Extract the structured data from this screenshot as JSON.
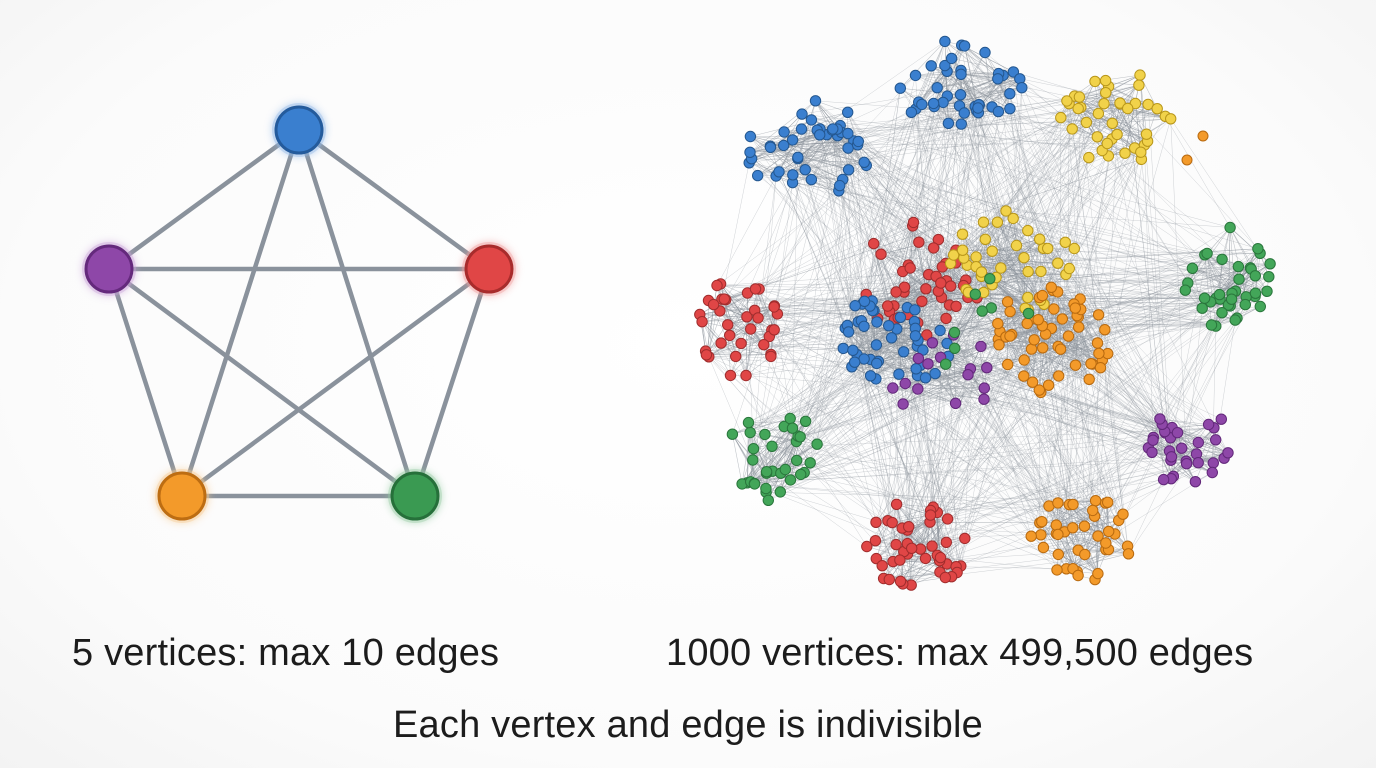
{
  "small_graph": {
    "caption": "5 vertices: max 10 edges",
    "vertex_count": 5,
    "edge_count": 10,
    "vertices": [
      {
        "id": "top",
        "color": "#3a7fcf",
        "stroke": "#245b9c",
        "glow": "#8fb7e8"
      },
      {
        "id": "right",
        "color": "#e04646",
        "stroke": "#a82c2c",
        "glow": "#f19a9a"
      },
      {
        "id": "bottom-right",
        "color": "#3a9a52",
        "stroke": "#26703a",
        "glow": "#93c9a0"
      },
      {
        "id": "bottom-left",
        "color": "#f39a2a",
        "stroke": "#bd6d12",
        "glow": "#f7c98e"
      },
      {
        "id": "left",
        "color": "#8e47a8",
        "stroke": "#64297c",
        "glow": "#c9a1d9"
      }
    ],
    "edge_color": "#8a929c"
  },
  "large_graph": {
    "caption": "1000 vertices: max 499,500 edges",
    "vertex_count": 1000,
    "edge_color": "#8c939b",
    "clusters": [
      {
        "name": "blue-cluster-top",
        "color": "#3a7fcf",
        "stroke": "#24578f"
      },
      {
        "name": "yellow-cluster-top-right",
        "color": "#f1d24a",
        "stroke": "#b8961a"
      },
      {
        "name": "blue-cluster-upper-left",
        "color": "#3a7fcf",
        "stroke": "#24578f"
      },
      {
        "name": "green-cluster-right",
        "color": "#43a659",
        "stroke": "#2a763c"
      },
      {
        "name": "red-cluster-left",
        "color": "#e04646",
        "stroke": "#a02d2d"
      },
      {
        "name": "purple-cluster-right",
        "color": "#8e47a8",
        "stroke": "#62287a"
      },
      {
        "name": "green-cluster-lower-left",
        "color": "#43a659",
        "stroke": "#2a763c"
      },
      {
        "name": "orange-cluster-bottom-right",
        "color": "#f39a2a",
        "stroke": "#b86a10"
      },
      {
        "name": "red-cluster-bottom",
        "color": "#e04646",
        "stroke": "#a02d2d"
      },
      {
        "name": "core-red",
        "color": "#e04646",
        "stroke": "#a02d2d"
      },
      {
        "name": "core-yellow",
        "color": "#f1d24a",
        "stroke": "#b8961a"
      },
      {
        "name": "core-blue",
        "color": "#3a7fcf",
        "stroke": "#24578f"
      },
      {
        "name": "core-orange",
        "color": "#f39a2a",
        "stroke": "#b86a10"
      },
      {
        "name": "core-purple",
        "color": "#8e47a8",
        "stroke": "#62287a"
      },
      {
        "name": "core-green",
        "color": "#43a659",
        "stroke": "#2a763c"
      }
    ]
  },
  "footer": {
    "caption": "Each vertex and edge is indivisible"
  }
}
